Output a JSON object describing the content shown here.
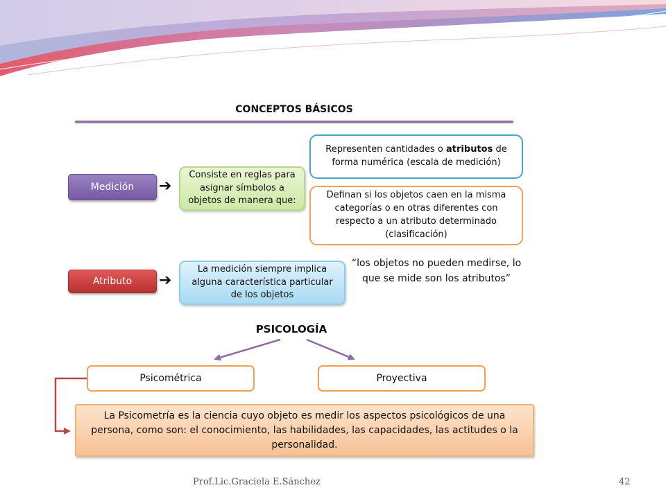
{
  "slide": {
    "title": "CONCEPTOS BÁSICOS",
    "medicion_label": "Medición",
    "atributo_label": "Atributo",
    "arrow_glyph": "➔",
    "medicion_def": "Consiste en reglas para asignar símbolos a objetos de manera que:",
    "rule1_before": "Representen cantidades o ",
    "rule1_bold": "atributos",
    "rule1_after": " de forma numérica (escala de medición)",
    "rule2": "Definan si los objetos caen en la misma categorías o en otras diferentes con respecto a un atributo determinado (clasificación)",
    "atributo_def": "La medición siempre implica alguna característica particular de los objetos",
    "quote": "“los objetos no pueden medirse, lo que se mide son los atributos”",
    "psicologia_title": "PSICOLOGÍA",
    "psicometrica_label": "Psicométrica",
    "proyectiva_label": "Proyectiva",
    "psicometria_def": "La Psicometría es la ciencia cuyo objeto es medir los aspectos psicológicos de una persona, como son: el  conocimiento, las habilidades, las capacidades, las actitudes o la personalidad."
  },
  "footer": {
    "author": "Prof.Lic.Graciela E.Sánchez",
    "page_number": "42"
  },
  "colors": {
    "accent_purple": "#8e6aa6",
    "medicion_fill": "#7559a3",
    "atributo_fill": "#b82f2f",
    "green_fill": "#cde8a4",
    "blue_outline": "#4aa3c9",
    "orange_outline": "#f0a055",
    "blue_fill": "#a9daf3",
    "peach_fill": "#f7c196",
    "connector_red": "#b8474a"
  }
}
